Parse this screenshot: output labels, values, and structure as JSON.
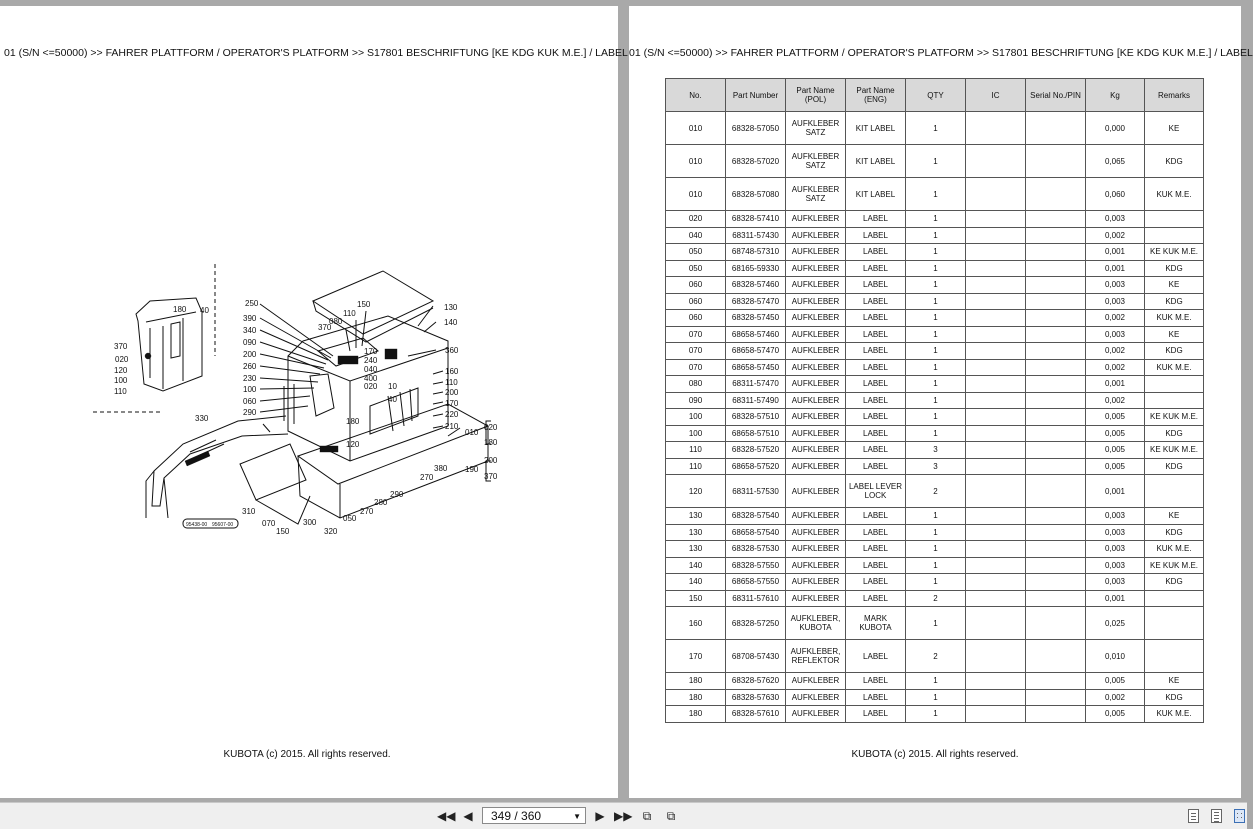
{
  "left_page": {
    "header": "01 (S/N <=50000) >> FAHRER PLATTFORM / OPERATOR'S PLATFORM >> S17801   BESCHRIFTUNG   [KE KDG KUK M.E.] / LABEL",
    "footer": "KUBOTA (c) 2015. All rights reserved.",
    "diagram": {
      "cab_labels": [
        "180",
        "40",
        "370",
        "020",
        "120",
        "100",
        "110"
      ],
      "callouts_left": [
        "250",
        "390",
        "340",
        "090",
        "200",
        "260",
        "230",
        "100",
        "060",
        "290"
      ],
      "callouts_top": [
        "370",
        "080",
        "110",
        "150",
        "130",
        "140",
        "360"
      ],
      "callouts_center": [
        "170",
        "240",
        "040",
        "400",
        "020",
        "10",
        "40",
        "180",
        "120"
      ],
      "callouts_right": [
        "160",
        "110",
        "200",
        "170",
        "220",
        "210"
      ],
      "callouts_bottom": [
        "330",
        "310",
        "070",
        "150",
        "300",
        "320",
        "050",
        "270",
        "280",
        "290",
        "270",
        "380"
      ],
      "group_010": "010",
      "group_010_items": [
        "020",
        "180"
      ],
      "group_190": "190",
      "group_190_items": [
        "200",
        "370"
      ],
      "plate_text": [
        "95438-00",
        "95607-00"
      ]
    }
  },
  "right_page": {
    "header": "01 (S/N <=50000) >> FAHRER PLATTFORM / OPERATOR'S PLATFORM >> S17801   BESCHRIFTUNG   [KE KDG KUK M.E.] / LABEL",
    "footer": "KUBOTA (c) 2015. All rights reserved.",
    "table": {
      "columns": [
        "No.",
        "Part Number",
        "Part Name (POL)",
        "Part Name (ENG)",
        "QTY",
        "IC",
        "Serial No./PIN",
        "Kg",
        "Remarks"
      ],
      "rows": [
        [
          "010",
          "68328-57050",
          "AUFKLEBER SATZ",
          "KIT LABEL",
          "1",
          "",
          "",
          "0,000",
          "KE"
        ],
        [
          "010",
          "68328-57020",
          "AUFKLEBER SATZ",
          "KIT LABEL",
          "1",
          "",
          "",
          "0,065",
          "KDG"
        ],
        [
          "010",
          "68328-57080",
          "AUFKLEBER SATZ",
          "KIT LABEL",
          "1",
          "",
          "",
          "0,060",
          "KUK M.E."
        ],
        [
          "020",
          "68328-57410",
          "AUFKLEBER",
          "LABEL",
          "1",
          "",
          "",
          "0,003",
          ""
        ],
        [
          "040",
          "68311-57430",
          "AUFKLEBER",
          "LABEL",
          "1",
          "",
          "",
          "0,002",
          ""
        ],
        [
          "050",
          "68748-57310",
          "AUFKLEBER",
          "LABEL",
          "1",
          "",
          "",
          "0,001",
          "KE KUK M.E."
        ],
        [
          "050",
          "68165-59330",
          "AUFKLEBER",
          "LABEL",
          "1",
          "",
          "",
          "0,001",
          "KDG"
        ],
        [
          "060",
          "68328-57460",
          "AUFKLEBER",
          "LABEL",
          "1",
          "",
          "",
          "0,003",
          "KE"
        ],
        [
          "060",
          "68328-57470",
          "AUFKLEBER",
          "LABEL",
          "1",
          "",
          "",
          "0,003",
          "KDG"
        ],
        [
          "060",
          "68328-57450",
          "AUFKLEBER",
          "LABEL",
          "1",
          "",
          "",
          "0,002",
          "KUK M.E."
        ],
        [
          "070",
          "68658-57460",
          "AUFKLEBER",
          "LABEL",
          "1",
          "",
          "",
          "0,003",
          "KE"
        ],
        [
          "070",
          "68658-57470",
          "AUFKLEBER",
          "LABEL",
          "1",
          "",
          "",
          "0,002",
          "KDG"
        ],
        [
          "070",
          "68658-57450",
          "AUFKLEBER",
          "LABEL",
          "1",
          "",
          "",
          "0,002",
          "KUK M.E."
        ],
        [
          "080",
          "68311-57470",
          "AUFKLEBER",
          "LABEL",
          "1",
          "",
          "",
          "0,001",
          ""
        ],
        [
          "090",
          "68311-57490",
          "AUFKLEBER",
          "LABEL",
          "1",
          "",
          "",
          "0,002",
          ""
        ],
        [
          "100",
          "68328-57510",
          "AUFKLEBER",
          "LABEL",
          "1",
          "",
          "",
          "0,005",
          "KE KUK M.E."
        ],
        [
          "100",
          "68658-57510",
          "AUFKLEBER",
          "LABEL",
          "1",
          "",
          "",
          "0,005",
          "KDG"
        ],
        [
          "110",
          "68328-57520",
          "AUFKLEBER",
          "LABEL",
          "3",
          "",
          "",
          "0,005",
          "KE KUK M.E."
        ],
        [
          "110",
          "68658-57520",
          "AUFKLEBER",
          "LABEL",
          "3",
          "",
          "",
          "0,005",
          "KDG"
        ],
        [
          "120",
          "68311-57530",
          "AUFKLEBER",
          "LABEL LEVER LOCK",
          "2",
          "",
          "",
          "0,001",
          ""
        ],
        [
          "130",
          "68328-57540",
          "AUFKLEBER",
          "LABEL",
          "1",
          "",
          "",
          "0,003",
          "KE"
        ],
        [
          "130",
          "68658-57540",
          "AUFKLEBER",
          "LABEL",
          "1",
          "",
          "",
          "0,003",
          "KDG"
        ],
        [
          "130",
          "68328-57530",
          "AUFKLEBER",
          "LABEL",
          "1",
          "",
          "",
          "0,003",
          "KUK M.E."
        ],
        [
          "140",
          "68328-57550",
          "AUFKLEBER",
          "LABEL",
          "1",
          "",
          "",
          "0,003",
          "KE KUK M.E."
        ],
        [
          "140",
          "68658-57550",
          "AUFKLEBER",
          "LABEL",
          "1",
          "",
          "",
          "0,003",
          "KDG"
        ],
        [
          "150",
          "68311-57610",
          "AUFKLEBER",
          "LABEL",
          "2",
          "",
          "",
          "0,001",
          ""
        ],
        [
          "160",
          "68328-57250",
          "AUFKLEBER, KUBOTA",
          "MARK KUBOTA",
          "1",
          "",
          "",
          "0,025",
          ""
        ],
        [
          "170",
          "68708-57430",
          "AUFKLEBER, REFLEKTOR",
          "LABEL",
          "2",
          "",
          "",
          "0,010",
          ""
        ],
        [
          "180",
          "68328-57620",
          "AUFKLEBER",
          "LABEL",
          "1",
          "",
          "",
          "0,005",
          "KE"
        ],
        [
          "180",
          "68328-57630",
          "AUFKLEBER",
          "LABEL",
          "1",
          "",
          "",
          "0,002",
          "KDG"
        ],
        [
          "180",
          "68328-57610",
          "AUFKLEBER",
          "LABEL",
          "1",
          "",
          "",
          "0,005",
          "KUK M.E."
        ]
      ]
    }
  },
  "toolbar": {
    "page_indicator": "349 / 360",
    "icons": {
      "first": "first-page-icon",
      "prev": "previous-page-icon",
      "next": "next-page-icon",
      "last": "last-page-icon",
      "back": "back-view-icon",
      "forward": "forward-view-icon",
      "single": "single-page-view-icon",
      "continuous": "continuous-view-icon",
      "facing": "facing-pages-view-icon"
    }
  }
}
